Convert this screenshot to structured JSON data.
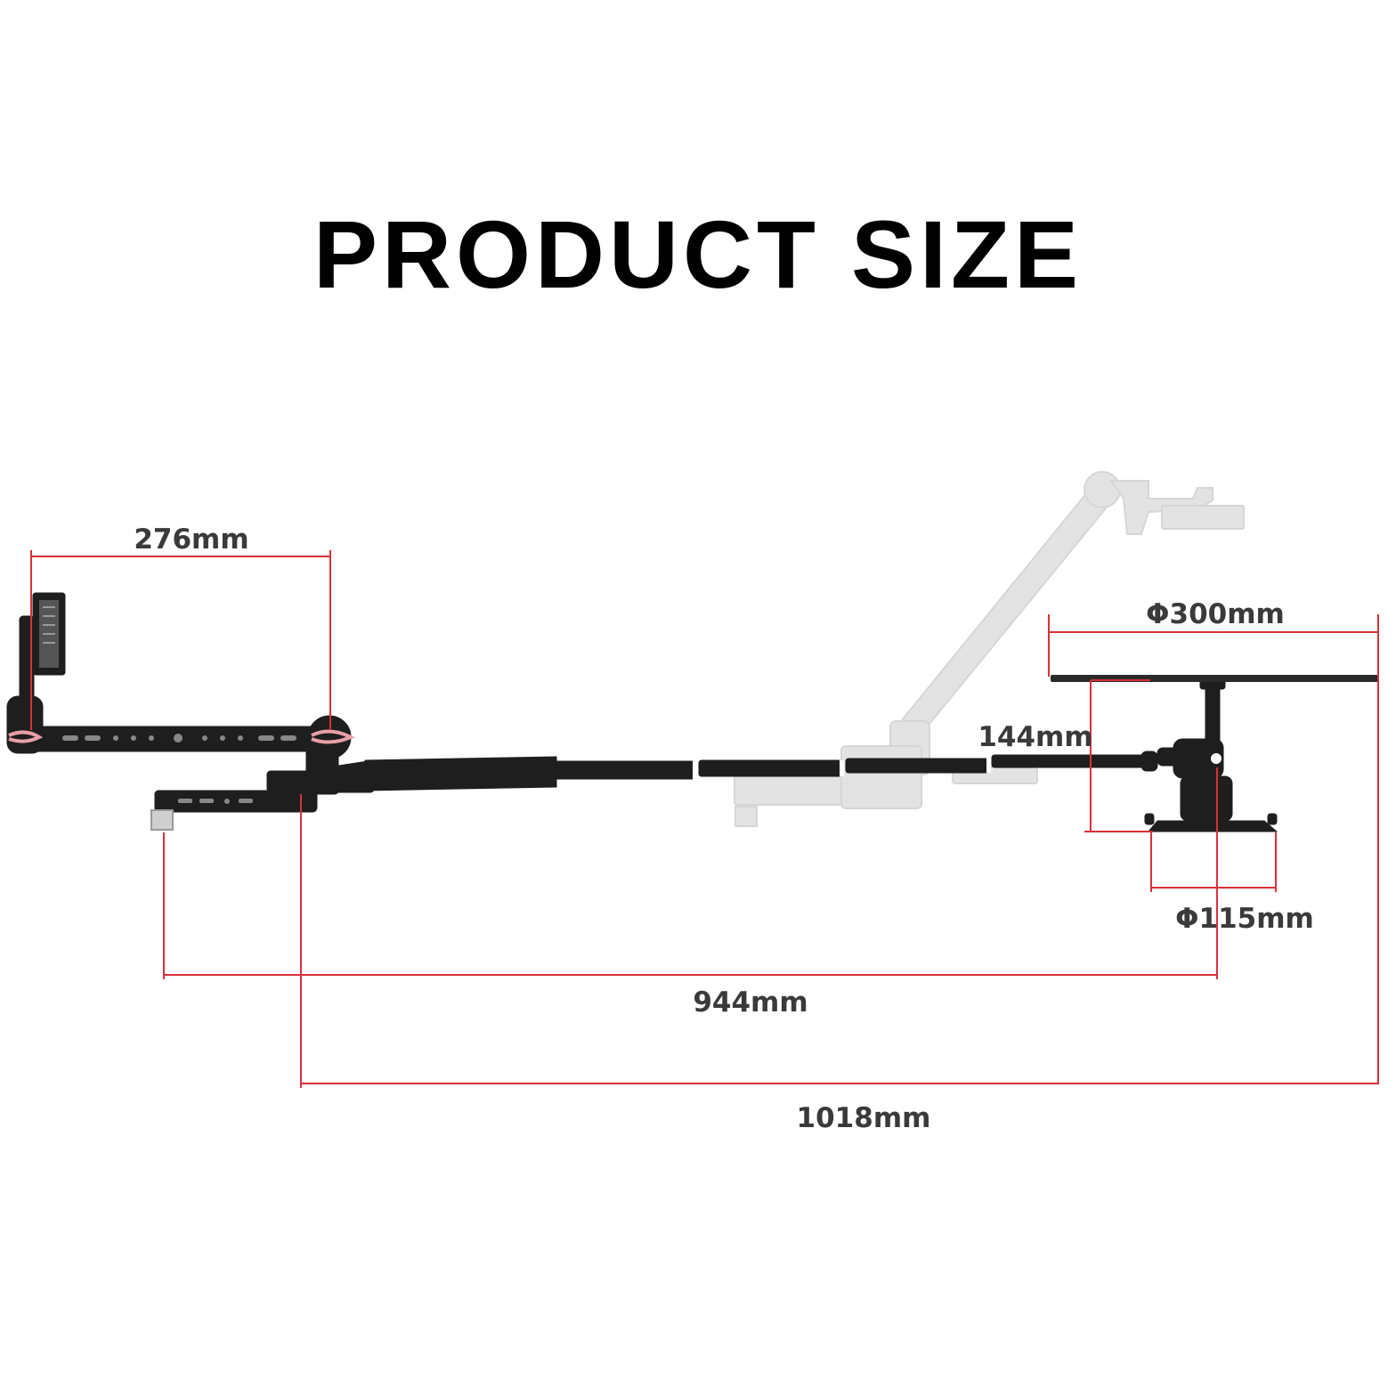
{
  "title": "PRODUCT SIZE",
  "colors": {
    "dimension_line": "#d9303a",
    "product": "#1e1e1e",
    "ghost": "#e2e2e2",
    "label": "#3a3a3a"
  },
  "dimensions": {
    "phone_arm_width": "276mm",
    "suction_cup_large": "Φ300mm",
    "suction_height": "144mm",
    "suction_cup_small": "Φ115mm",
    "reach_short": "944mm",
    "reach_long": "1018mm"
  }
}
